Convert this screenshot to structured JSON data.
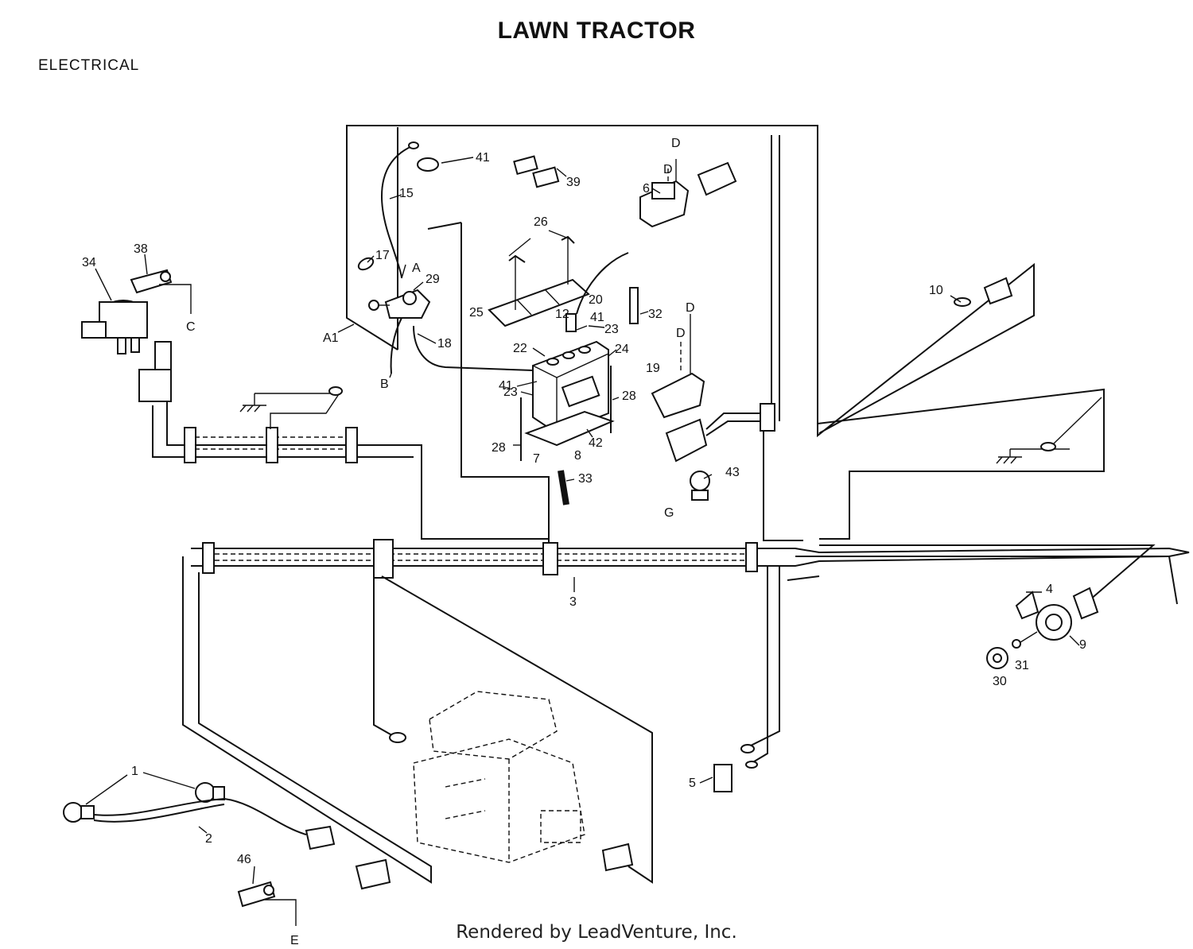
{
  "header": {
    "title": "LAWN TRACTOR",
    "section": "ELECTRICAL"
  },
  "footer": {
    "credit": "Rendered by LeadVenture, Inc."
  },
  "callouts": {
    "c1": "1",
    "c2": "2",
    "c3": "3",
    "c4": "4",
    "c5": "5",
    "c6": "6",
    "c7": "7",
    "c8": "8",
    "c9": "9",
    "c10": "10",
    "c12": "12",
    "c15": "15",
    "c17": "17",
    "c18": "18",
    "c19": "19",
    "c20": "20",
    "c22": "22",
    "c23a": "23",
    "c23b": "23",
    "c24": "24",
    "c25": "25",
    "c26": "26",
    "c28a": "28",
    "c28b": "28",
    "c29": "29",
    "c30": "30",
    "c31": "31",
    "c32": "32",
    "c33": "33",
    "c34": "34",
    "c38": "38",
    "c39": "39",
    "c41a": "41",
    "c41b": "41",
    "c41c": "41",
    "c42": "42",
    "c43": "43",
    "c46": "46"
  },
  "letters": {
    "A": "A",
    "A1": "A1",
    "B": "B",
    "C": "C",
    "D1": "D",
    "D2": "D",
    "D3": "D",
    "D4": "D",
    "E": "E",
    "G": "G"
  }
}
